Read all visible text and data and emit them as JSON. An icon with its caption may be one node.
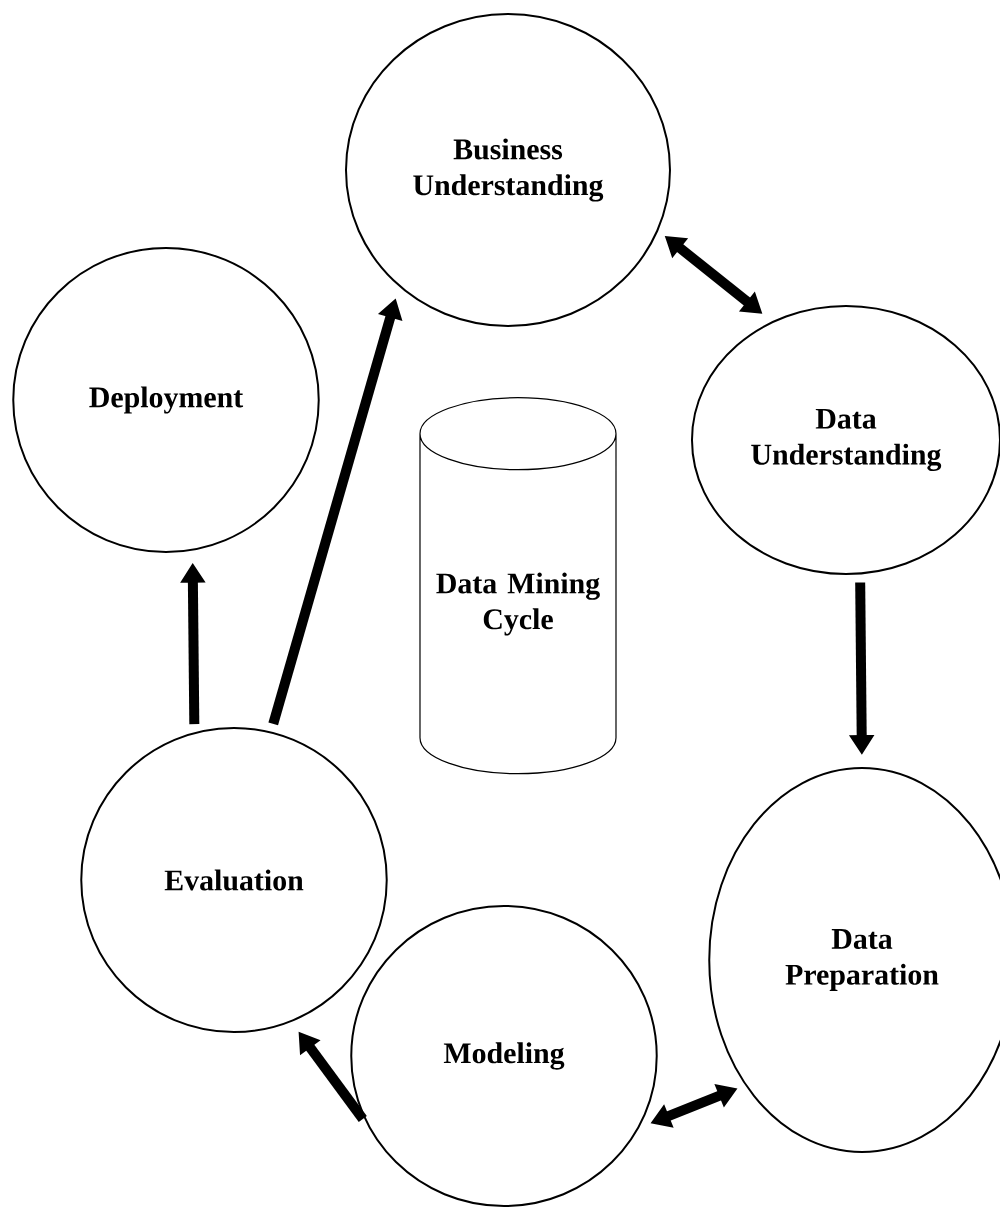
{
  "diagram": {
    "nodes": [
      {
        "text": [
          "Business Understanding"
        ]
      },
      {
        "text": [
          "Deployment"
        ]
      },
      {
        "text": [
          "Data Understanding"
        ]
      },
      {
        "text": [
          "Data Mining Cycle"
        ]
      },
      {
        "text": [
          "Evaluation"
        ]
      },
      {
        "text": [
          "Data Preparation"
        ]
      },
      {
        "text": [
          "Modeling"
        ]
      }
    ],
    "edges": [
      {
        "from": 0,
        "to": 2,
        "arrow": "both"
      },
      {
        "from": 4,
        "to": 1,
        "arrow": "to"
      },
      {
        "from": 4,
        "to": 0,
        "arrow": "to"
      },
      {
        "from": 2,
        "to": 5,
        "arrow": "to"
      },
      {
        "from": 5,
        "to": 6,
        "arrow": "both"
      },
      {
        "from": 6,
        "to": 4,
        "arrow": "to"
      }
    ]
  }
}
